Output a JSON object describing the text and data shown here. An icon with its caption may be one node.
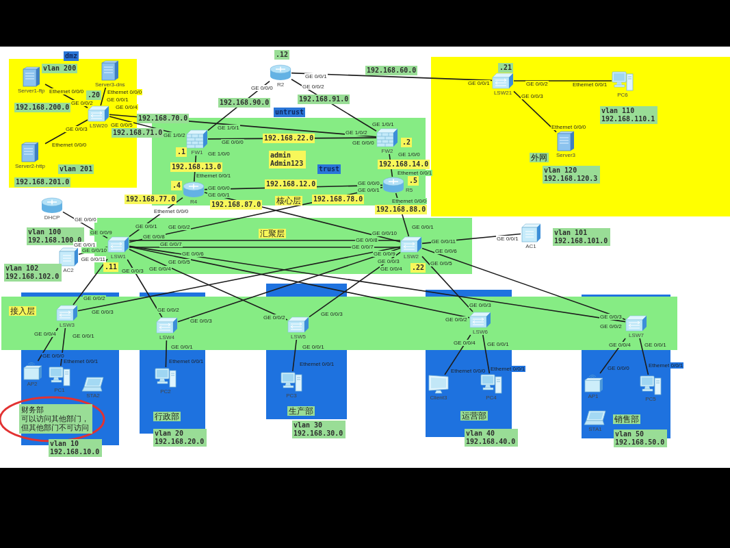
{
  "diagram": {
    "nodes": [
      {
        "text": [],
        "shape": "box"
      },
      {
        "text": [
          "核心层"
        ]
      },
      {
        "text": [
          "外网"
        ]
      },
      {
        "text": [
          "汇聚层"
        ]
      },
      {
        "text": [
          "接入层"
        ]
      },
      {
        "text": [
          "财务部",
          "可以访问其他部门，但其他部门不可访问"
        ],
        "beside": [
          "vlan 10 192.168.10.0"
        ]
      },
      {
        "text": [
          "行政部"
        ],
        "beside": [
          "vlan 20 192.168.20.0"
        ]
      },
      {
        "text": [
          "生产部"
        ],
        "beside": [
          "vlan 30 192.168.30.0"
        ]
      },
      {
        "text": [
          "运营部"
        ],
        "beside": [
          "vlan 40 192.168.40.0"
        ]
      },
      {
        "text": [
          "销售部"
        ],
        "beside": [
          "vlan 50 192.168.50.0"
        ]
      },
      {
        "text": [
          "Server1-ftp"
        ],
        "in": 0,
        "beside": [
          "vlan 200",
          "192.168.200.0",
          "Ethernet 0/0/0"
        ]
      },
      {
        "text": [
          "Server3-dns"
        ],
        "in": 0,
        "beside": [
          "Ethernet 0/0/0"
        ]
      },
      {
        "text": [
          "Server2-http"
        ],
        "in": 0,
        "beside": [
          "Ethernet 0/0/0",
          "vlan 201",
          "192.168.201.0"
        ]
      },
      {
        "text": [
          "LSW20"
        ],
        "in": 0,
        "beside": [
          ".20",
          "GE 0/0/1",
          "GE 0/0/2",
          "GE 0/0/4",
          "GE 0/0/5",
          "GE 0/0/3"
        ]
      },
      {
        "text": [
          "R2"
        ],
        "beside": [
          ".12",
          "GE 0/0/1",
          "GE 0/0/2",
          "GE 0/0/0"
        ]
      },
      {
        "text": [
          "FW1"
        ],
        "in": 1,
        "beside": [
          "GE 1/0/1",
          "GE 1/0/2",
          "GE 0/0/0",
          ".1",
          "GE 1/0/0"
        ]
      },
      {
        "text": [
          "FW2"
        ],
        "in": 1,
        "beside": [
          "GE 1/0/1",
          "GE 1/0/2",
          "GE 0/0/0",
          ".2",
          "GE 1/0/0"
        ]
      },
      {
        "text": [
          "R4"
        ],
        "in": 1,
        "beside": [
          "Ethernet 0/0/1",
          ".4",
          "GE 0/0/0",
          "GE 0/0/1",
          "Ethernet 0/0/0"
        ]
      },
      {
        "text": [
          "R5"
        ],
        "in": 1,
        "beside": [
          "Ethernet 0/0/1",
          "GE 0/0/0",
          "GE 0/0/1",
          ".5",
          "Ethernet 0/0/0"
        ]
      },
      {
        "text": [
          "LSW21"
        ],
        "in": 2,
        "beside": [
          ".21",
          "GE 0/0/1",
          "GE 0/0/2",
          "GE 0/0/3"
        ]
      },
      {
        "text": [
          "PC6"
        ],
        "in": 2,
        "beside": [
          "Ethernet 0/0/1",
          "vlan 110 192.168.110.1"
        ]
      },
      {
        "text": [
          "Server3"
        ],
        "in": 2,
        "beside": [
          "Ethernet 0/0/0",
          "vlan 120 192.168.120.3"
        ]
      },
      {
        "text": [
          "DHCP"
        ],
        "beside": [
          "GE 0/0/0",
          "vlan 100 192.168.100.0"
        ]
      },
      {
        "text": [
          "AC2"
        ],
        "beside": [
          "GE 0/0/1",
          "vlan 102 192.168.102.0"
        ]
      },
      {
        "text": [
          "LSW1"
        ],
        "in": 3,
        "beside": [
          "GE 0/0/9",
          "GE 0/0/1",
          "GE 0/0/2",
          "GE 0/0/8",
          "GE 0/0/7",
          "GE 0/0/6",
          "GE 0/0/5",
          "GE 0/0/10",
          "GE 0/0/4",
          "GE 0/0/11",
          "GE 0/0/3",
          ".11"
        ]
      },
      {
        "text": [
          "LSW2"
        ],
        "in": 3,
        "beside": [
          "GE 0/0/1",
          "GE 0/0/10",
          "GE 0/0/8",
          "GE 0/0/9",
          "GE 0/0/7",
          "GE 0/0/11",
          "GE 0/0/6",
          "GE 0/0/3",
          "GE 0/0/4",
          "GE 0/0/5",
          ".22"
        ]
      },
      {
        "text": [
          "AC1"
        ],
        "beside": [
          "GE 0/0/1",
          "vlan 101 192.168.101.0"
        ]
      },
      {
        "text": [
          "LSW3"
        ],
        "in": 4,
        "beside": [
          "GE 0/0/2",
          "GE 0/0/3",
          "GE 0/0/4",
          "GE 0/0/1"
        ]
      },
      {
        "text": [
          "AP2"
        ],
        "in": 5,
        "beside": [
          "GE 0/0/0"
        ]
      },
      {
        "text": [
          "PC1"
        ],
        "in": 5,
        "beside": [
          "Ethernet 0/0/1"
        ]
      },
      {
        "text": [
          "STA2"
        ],
        "in": 5
      },
      {
        "text": [
          "LSW4"
        ],
        "in": 4,
        "beside": [
          "GE 0/0/2",
          "GE 0/0/3",
          "GE 0/0/1"
        ]
      },
      {
        "text": [
          "PC2"
        ],
        "in": 6,
        "beside": [
          "Ethernet 0/0/1"
        ]
      },
      {
        "text": [
          "LSW5"
        ],
        "in": 4,
        "beside": [
          "GE 0/0/2",
          "GE 0/0/3",
          "GE 0/0/1"
        ]
      },
      {
        "text": [
          "PC3"
        ],
        "in": 7,
        "beside": [
          "Ethernet 0/0/1"
        ]
      },
      {
        "text": [
          "LSW6"
        ],
        "in": 4,
        "beside": [
          "GE 0/0/3",
          "GE 0/0/2",
          "GE 0/0/4",
          "GE 0/0/1"
        ]
      },
      {
        "text": [
          "Client3"
        ],
        "in": 8,
        "beside": [
          "Ethernet 0/0/0"
        ]
      },
      {
        "text": [
          "PC4"
        ],
        "in": 8,
        "beside": [
          "Ethernet 0/0/1"
        ]
      },
      {
        "text": [
          "LSW7"
        ],
        "in": 4,
        "beside": [
          "GE 0/0/3",
          "GE 0/0/2",
          "GE 0/0/4",
          "GE 0/0/1"
        ]
      },
      {
        "text": [
          "AP1"
        ],
        "in": 9,
        "beside": [
          "GE 0/0/0"
        ]
      },
      {
        "text": [
          "PC5"
        ],
        "in": 9,
        "beside": [
          "Ethernet 0/0/1"
        ]
      },
      {
        "text": [
          "STA1"
        ],
        "in": 9
      }
    ],
    "edges": [
      {
        "from": 10,
        "to": 13,
        "arrow": "none"
      },
      {
        "from": 11,
        "to": 13,
        "arrow": "none"
      },
      {
        "from": 12,
        "to": 13,
        "arrow": "none"
      },
      {
        "from": 13,
        "to": 16,
        "arrow": "none",
        "label": "192.168.70.0"
      },
      {
        "from": 13,
        "to": 15,
        "arrow": "none",
        "label": "192.168.71.0"
      },
      {
        "from": 14,
        "to": 15,
        "arrow": "none",
        "label": "192.168.90.0"
      },
      {
        "from": 14,
        "to": 16,
        "arrow": "none",
        "label": "192.168.91.0"
      },
      {
        "from": 14,
        "to": 19,
        "arrow": "none",
        "label": "192.168.60.0"
      },
      {
        "from": 15,
        "to": 16,
        "arrow": "none",
        "label": "192.168.22.0"
      },
      {
        "from": 15,
        "to": 17,
        "arrow": "none",
        "label": "192.168.13.0"
      },
      {
        "from": 16,
        "to": 18,
        "arrow": "none",
        "label": "192.168.14.0"
      },
      {
        "from": 17,
        "to": 18,
        "arrow": "none",
        "label": "192.168.12.0"
      },
      {
        "from": 17,
        "to": 24,
        "arrow": "none",
        "label": "192.168.77.0"
      },
      {
        "from": 17,
        "to": 25,
        "arrow": "none",
        "label": "192.168.87.0"
      },
      {
        "from": 18,
        "to": 24,
        "arrow": "none",
        "label": "192.168.78.0"
      },
      {
        "from": 18,
        "to": 25,
        "arrow": "none",
        "label": "192.168.88.0"
      },
      {
        "from": 19,
        "to": 20,
        "arrow": "none"
      },
      {
        "from": 19,
        "to": 21,
        "arrow": "none"
      },
      {
        "from": 22,
        "to": 24,
        "arrow": "none"
      },
      {
        "from": 23,
        "to": 24,
        "arrow": "none"
      },
      {
        "from": 24,
        "to": 25,
        "arrow": "none"
      },
      {
        "from": 24,
        "to": 25,
        "arrow": "none"
      },
      {
        "from": 25,
        "to": 26,
        "arrow": "none"
      },
      {
        "from": 24,
        "to": 27,
        "arrow": "none"
      },
      {
        "from": 24,
        "to": 31,
        "arrow": "none"
      },
      {
        "from": 24,
        "to": 33,
        "arrow": "none"
      },
      {
        "from": 24,
        "to": 35,
        "arrow": "none"
      },
      {
        "from": 24,
        "to": 38,
        "arrow": "none"
      },
      {
        "from": 25,
        "to": 27,
        "arrow": "none"
      },
      {
        "from": 25,
        "to": 31,
        "arrow": "none"
      },
      {
        "from": 25,
        "to": 33,
        "arrow": "none"
      },
      {
        "from": 25,
        "to": 35,
        "arrow": "none"
      },
      {
        "from": 25,
        "to": 38,
        "arrow": "none"
      },
      {
        "from": 27,
        "to": 28,
        "arrow": "none"
      },
      {
        "from": 27,
        "to": 29,
        "arrow": "none"
      },
      {
        "from": 31,
        "to": 32,
        "arrow": "none"
      },
      {
        "from": 33,
        "to": 34,
        "arrow": "none"
      },
      {
        "from": 35,
        "to": 36,
        "arrow": "none"
      },
      {
        "from": 35,
        "to": 37,
        "arrow": "none"
      },
      {
        "from": 38,
        "to": 39,
        "arrow": "none"
      },
      {
        "from": 38,
        "to": 40,
        "arrow": "none"
      }
    ],
    "labels": [
      "dmz",
      "untrust",
      "admin Admin123",
      "trust"
    ]
  }
}
